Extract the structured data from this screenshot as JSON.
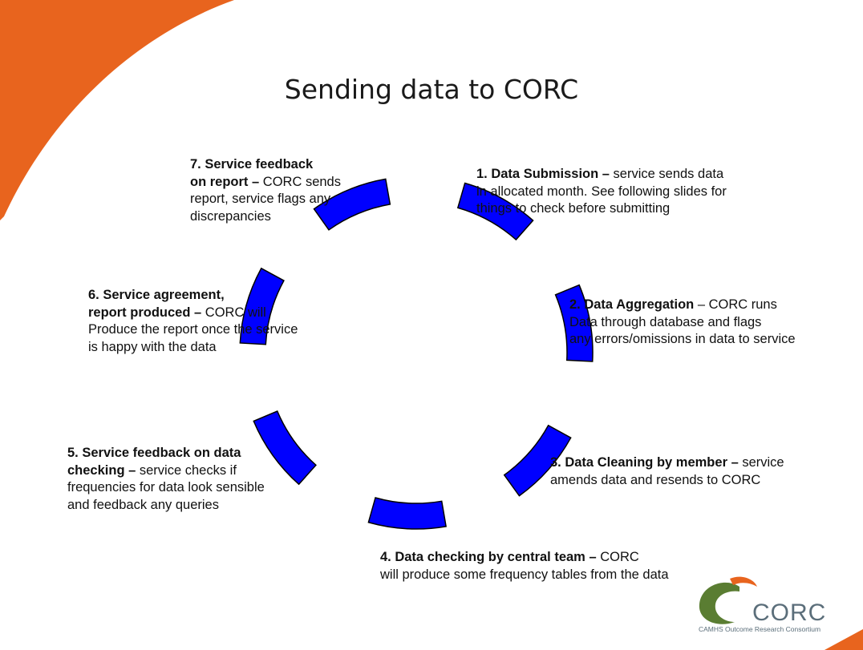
{
  "title": "Sending data to CORC",
  "colors": {
    "accent_orange": "#e8641e",
    "arc_blue": "#0000ff",
    "logo_green": "#5a7d32",
    "logo_grey": "#5b6e7a"
  },
  "steps": [
    {
      "heading": "1. Data Submission –",
      "body": " service sends data",
      "lines": [
        "in allocated month.  See following slides for",
        "things to check before submitting"
      ]
    },
    {
      "heading": "2. Data Aggregation",
      "body": " – CORC runs",
      "lines": [
        "Data through database and flags",
        "any errors/omissions in data to service"
      ]
    },
    {
      "heading": "3. Data Cleaning by member –",
      "body": " service",
      "lines": [
        "amends data and resends to CORC"
      ]
    },
    {
      "heading": "4. Data checking by central team –",
      "body": " CORC",
      "lines": [
        "will produce some frequency tables from the data"
      ]
    },
    {
      "heading_lines": [
        "5. Service feedback on data"
      ],
      "heading": "checking –",
      "body": " service checks if",
      "lines": [
        "frequencies for data look sensible",
        "and feedback any queries"
      ]
    },
    {
      "heading_lines": [
        "6. Service agreement,"
      ],
      "heading": "report produced –",
      "body": " CORC will",
      "lines": [
        "Produce the report once the service",
        "is happy with the data"
      ]
    },
    {
      "heading_lines": [
        "7. Service feedback"
      ],
      "heading": "on report –",
      "body": " CORC sends",
      "lines": [
        "report, service flags any",
        "discrepancies"
      ]
    }
  ],
  "logo": {
    "name": "CORC",
    "subtitle": "CAMHS Outcome Research Consortium"
  }
}
